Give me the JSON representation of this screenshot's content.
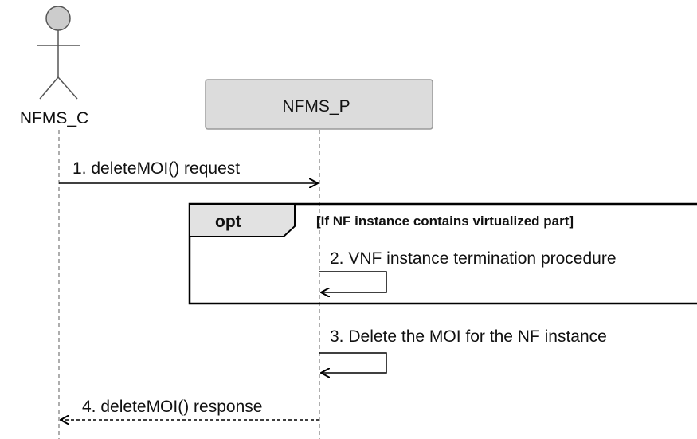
{
  "participants": {
    "actor": {
      "label": "NFMS_C"
    },
    "provider": {
      "label": "NFMS_P"
    }
  },
  "messages": [
    {
      "label": "1. deleteMOI() request",
      "from": "NFMS_C",
      "to": "NFMS_P",
      "style": "solid"
    },
    {
      "label": "2. VNF instance termination procedure",
      "from": "NFMS_P",
      "to": "NFMS_P",
      "style": "solid"
    },
    {
      "label": "3. Delete the MOI for the NF instance",
      "from": "NFMS_P",
      "to": "NFMS_P",
      "style": "solid"
    },
    {
      "label": "4. deleteMOI() response",
      "from": "NFMS_P",
      "to": "NFMS_C",
      "style": "dashed"
    }
  ],
  "fragment": {
    "operator": "opt",
    "guard": "[If NF instance contains virtualized part]"
  },
  "colors": {
    "line": "#000000",
    "lifeline": "#777777",
    "participant_fill": "#dcdcdc",
    "participant_stroke": "#9a9a9a",
    "actor_head": "#cccccc"
  }
}
